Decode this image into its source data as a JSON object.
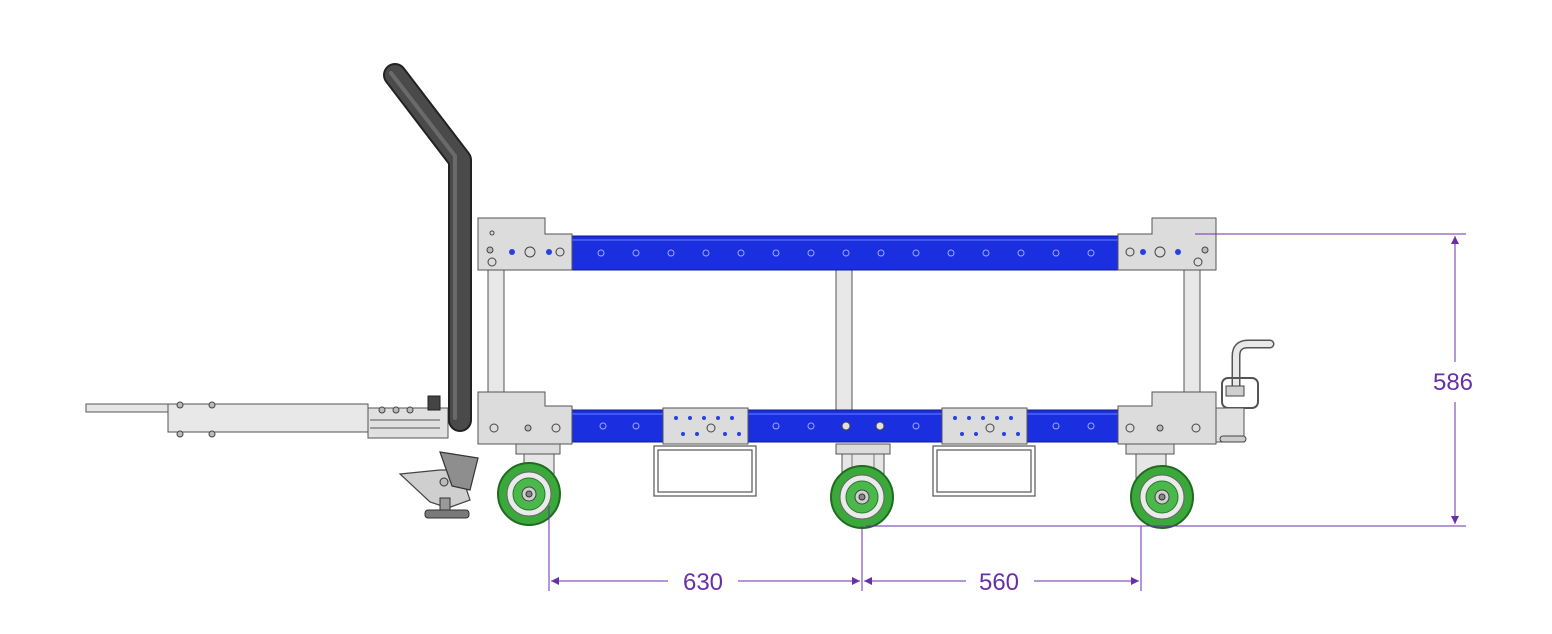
{
  "colors": {
    "frame_blue": "#1a2fe0",
    "bracket_gray": "#dcdcdc",
    "wheel_green": "#3aa83a",
    "handle_dark": "#3a3a3a",
    "dimension_purple": "#6a2fa8"
  },
  "dimensions": {
    "height": "586",
    "wheelbase_front": "630",
    "wheelbase_rear": "560"
  }
}
